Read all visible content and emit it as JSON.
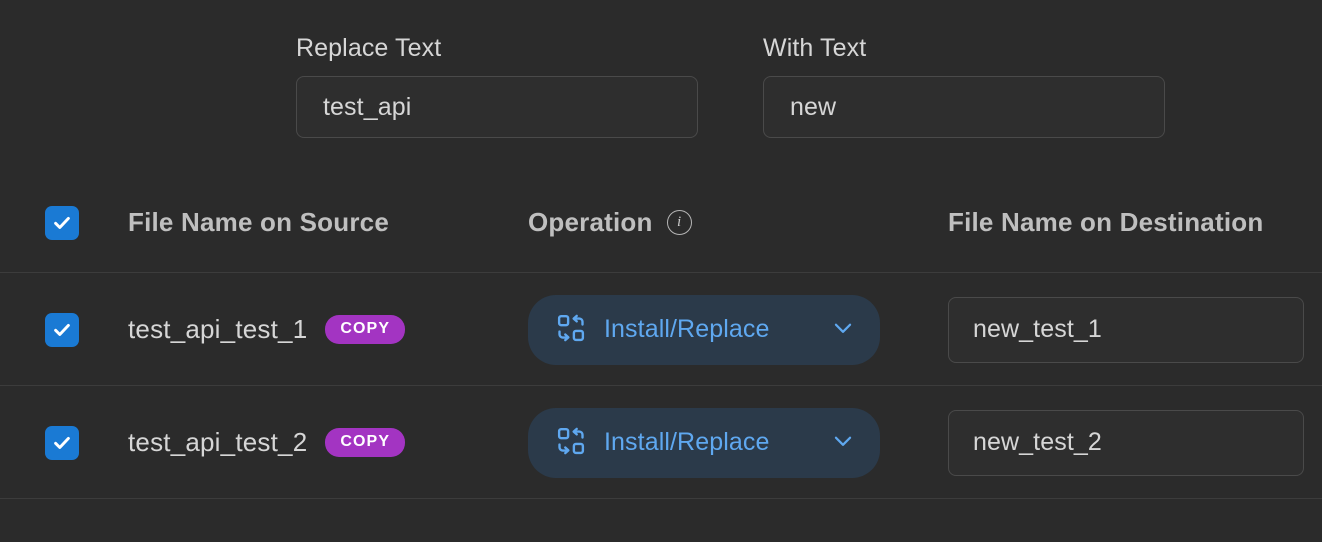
{
  "colors": {
    "background": "#2b2b2b",
    "checkbox_blue": "#1a7ad4",
    "badge_purple": "#a334c2",
    "op_button_bg": "#2b3a4a",
    "op_button_text": "#5fa8f0",
    "separator": "#3c3c3c",
    "input_border": "#4a4a4a"
  },
  "form": {
    "replace": {
      "label": "Replace Text",
      "value": "test_api",
      "placeholder": ""
    },
    "with": {
      "label": "With Text",
      "value": "new",
      "placeholder": ""
    }
  },
  "table": {
    "header": {
      "select_all_checked": true,
      "columns": {
        "source": "File Name on Source",
        "operation": "Operation",
        "operation_info_icon": "info-icon",
        "destination": "File Name on Destination"
      }
    },
    "rows": [
      {
        "checked": true,
        "source_name": "test_api_test_1",
        "badge": "COPY",
        "operation": {
          "label": "Install/Replace",
          "icon": "swap-replace-icon",
          "chevron": "chevron-down-icon"
        },
        "destination_value": "new_test_1"
      },
      {
        "checked": true,
        "source_name": "test_api_test_2",
        "badge": "COPY",
        "operation": {
          "label": "Install/Replace",
          "icon": "swap-replace-icon",
          "chevron": "chevron-down-icon"
        },
        "destination_value": "new_test_2"
      }
    ]
  }
}
